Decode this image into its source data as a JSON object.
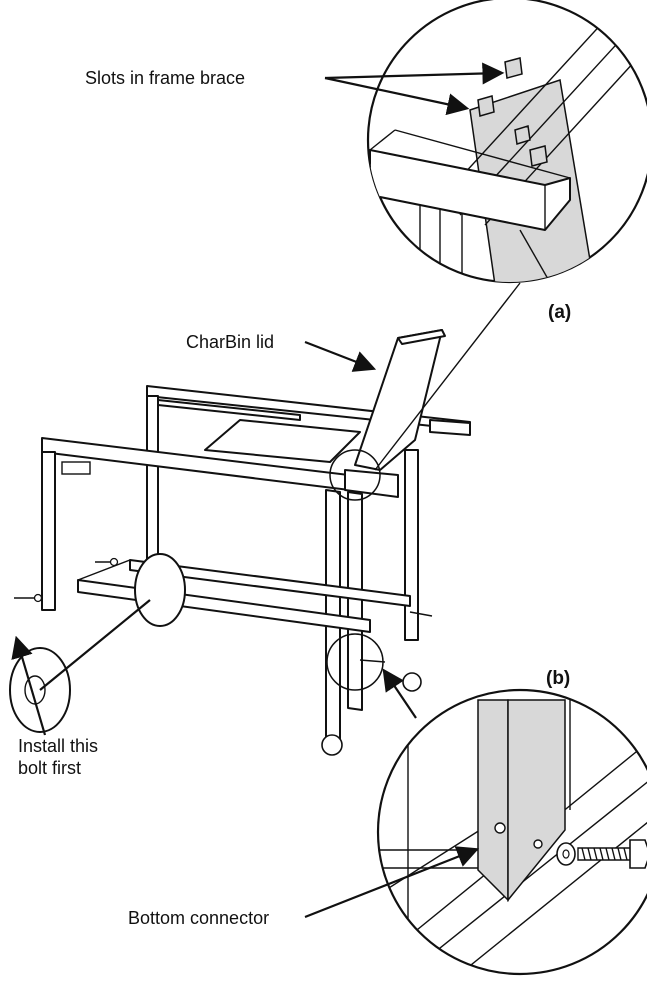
{
  "callouts": {
    "slots": "Slots in frame brace",
    "lid": "CharBin lid",
    "bolt_line1": "Install this",
    "bolt_line2": "bolt first",
    "connector": "Bottom connector"
  },
  "detail_tags": {
    "a": "(a)",
    "b": "(b)"
  }
}
